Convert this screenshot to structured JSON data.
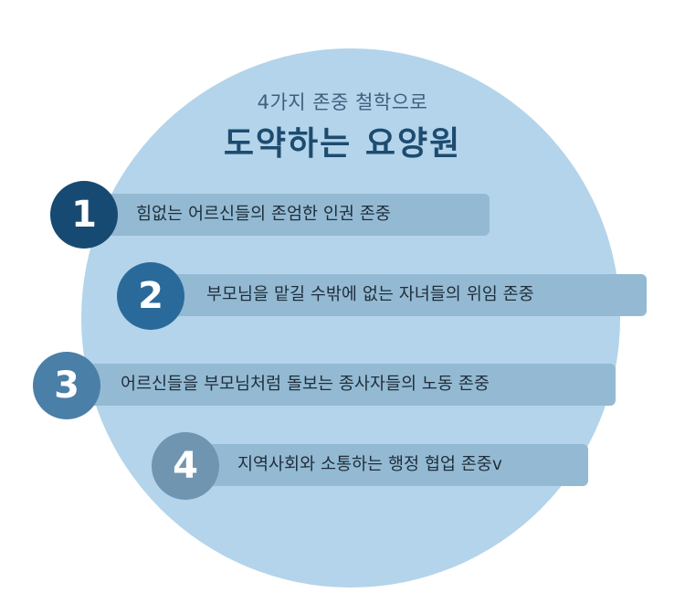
{
  "header": {
    "subtitle": "4가지 존중 철학으로",
    "title": "도약하는 요양원"
  },
  "items": [
    {
      "number": "1",
      "text": "힘없는 어르신들의 존엄한 인권 존중"
    },
    {
      "number": "2",
      "text": "부모님을 맡길 수밖에 없는 자녀들의 위임 존중"
    },
    {
      "number": "3",
      "text": "어르신들을 부모님처럼 돌보는 종사자들의 노동 존중"
    },
    {
      "number": "4",
      "text": "지역사회와 소통하는 행정 협업 존중v"
    }
  ],
  "colors": {
    "circle": "#b3d4ea",
    "bar": "#94bad3",
    "badge_1": "#174a72",
    "badge_2": "#2a6a9b",
    "badge_3": "#4a7fa7",
    "badge_4": "#7095b1",
    "title": "#1e4b70"
  }
}
